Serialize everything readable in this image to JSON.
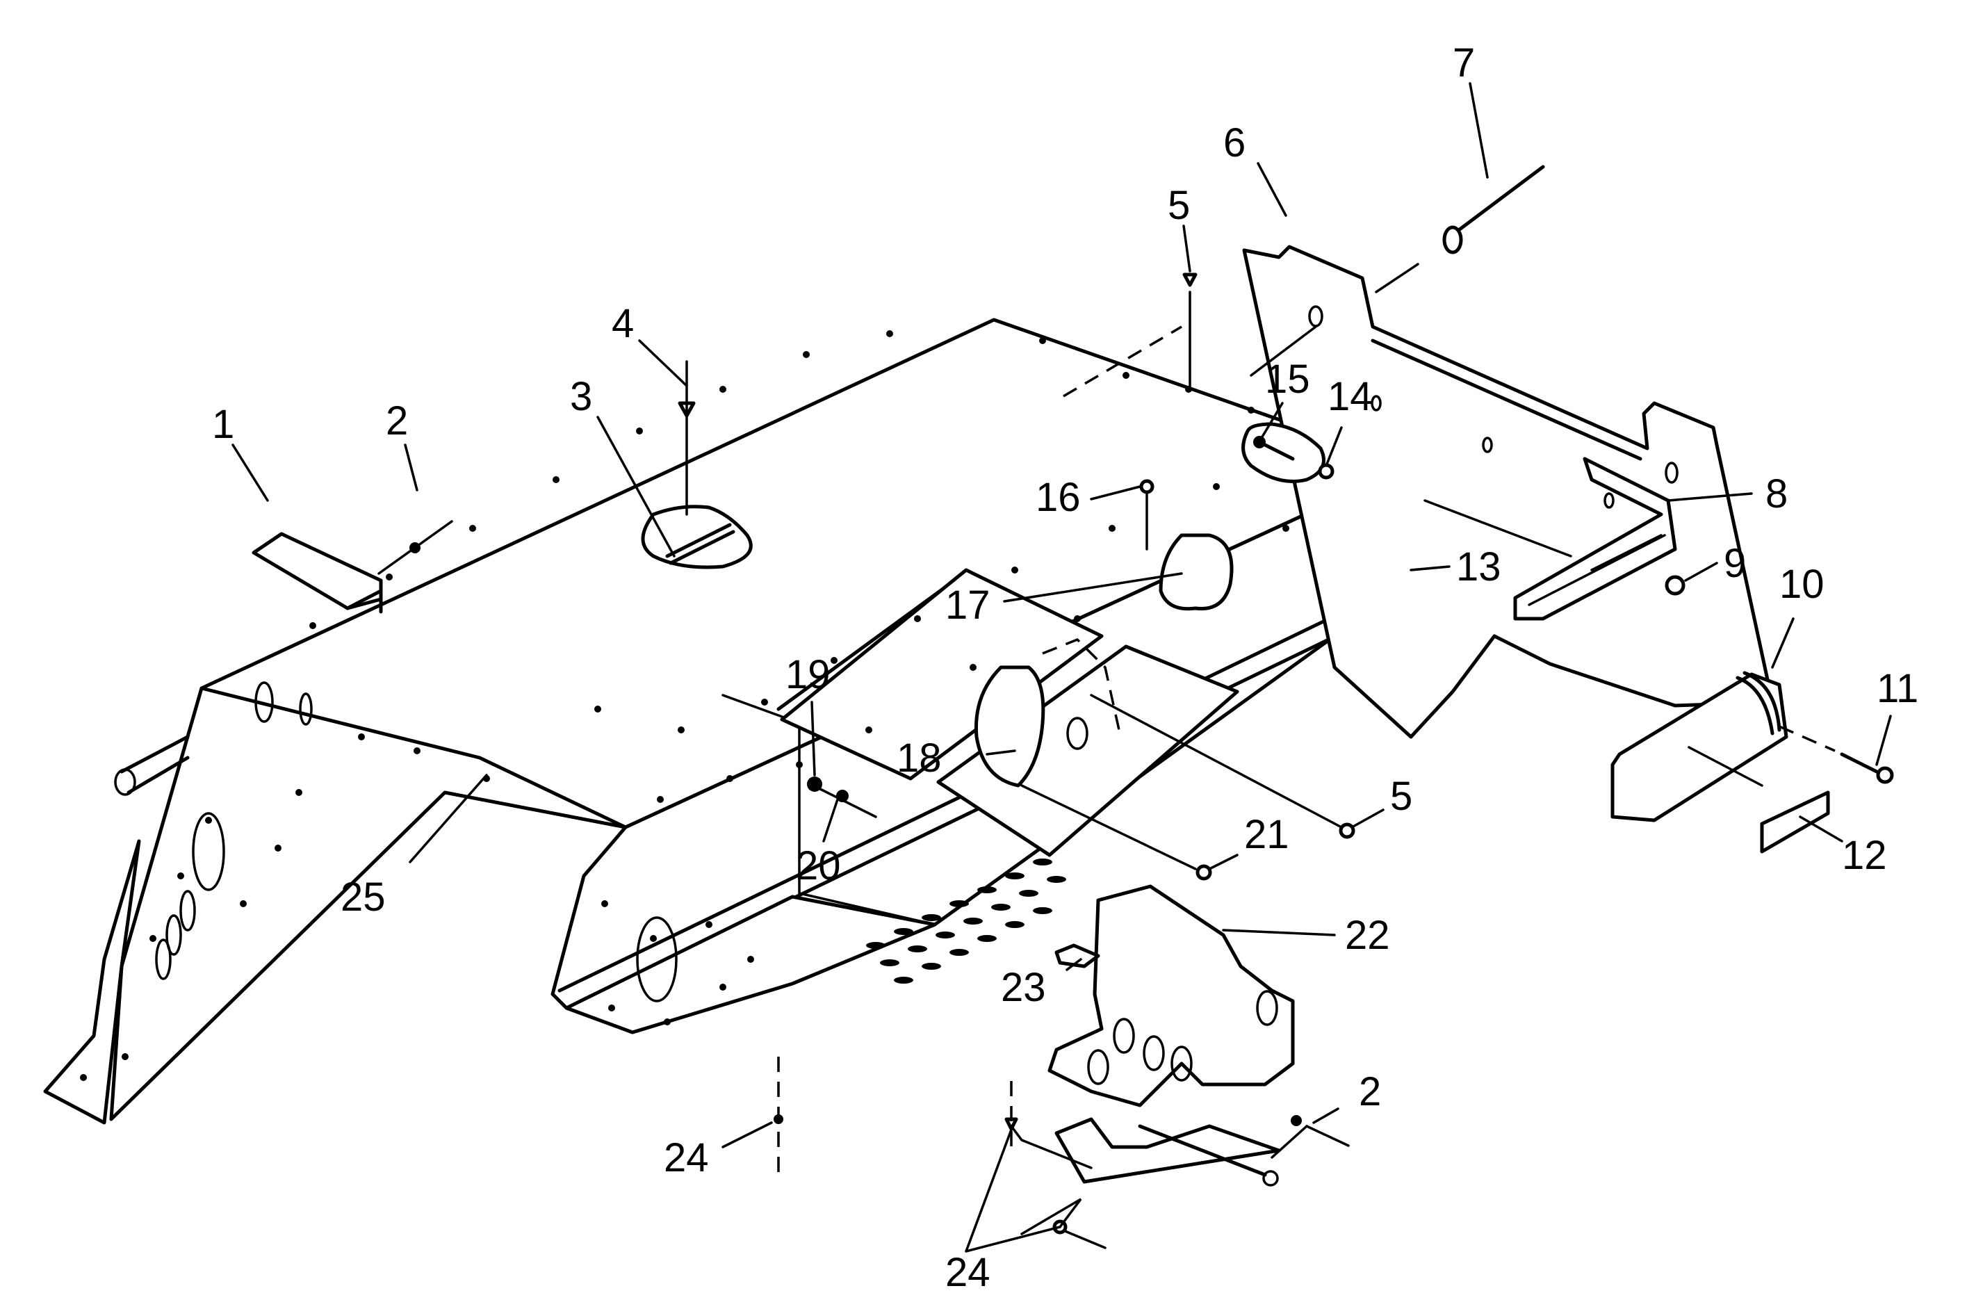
{
  "diagram": {
    "type": "exploded-parts-diagram",
    "subject": "chassis tunnel assembly",
    "callouts": [
      {
        "id": "c1",
        "label": "1"
      },
      {
        "id": "c2a",
        "label": "2"
      },
      {
        "id": "c3",
        "label": "3"
      },
      {
        "id": "c4",
        "label": "4"
      },
      {
        "id": "c5a",
        "label": "5"
      },
      {
        "id": "c6",
        "label": "6"
      },
      {
        "id": "c7",
        "label": "7"
      },
      {
        "id": "c8",
        "label": "8"
      },
      {
        "id": "c9",
        "label": "9"
      },
      {
        "id": "c10",
        "label": "10"
      },
      {
        "id": "c11",
        "label": "11"
      },
      {
        "id": "c12",
        "label": "12"
      },
      {
        "id": "c13",
        "label": "13"
      },
      {
        "id": "c14",
        "label": "14"
      },
      {
        "id": "c15",
        "label": "15"
      },
      {
        "id": "c16",
        "label": "16"
      },
      {
        "id": "c17",
        "label": "17"
      },
      {
        "id": "c18",
        "label": "18"
      },
      {
        "id": "c19",
        "label": "19"
      },
      {
        "id": "c20",
        "label": "20"
      },
      {
        "id": "c21",
        "label": "21"
      },
      {
        "id": "c22",
        "label": "22"
      },
      {
        "id": "c23",
        "label": "23"
      },
      {
        "id": "c24a",
        "label": "24"
      },
      {
        "id": "c24b",
        "label": "24"
      },
      {
        "id": "c25",
        "label": "25"
      },
      {
        "id": "c5b",
        "label": "5"
      },
      {
        "id": "c2b",
        "label": "2"
      }
    ]
  }
}
